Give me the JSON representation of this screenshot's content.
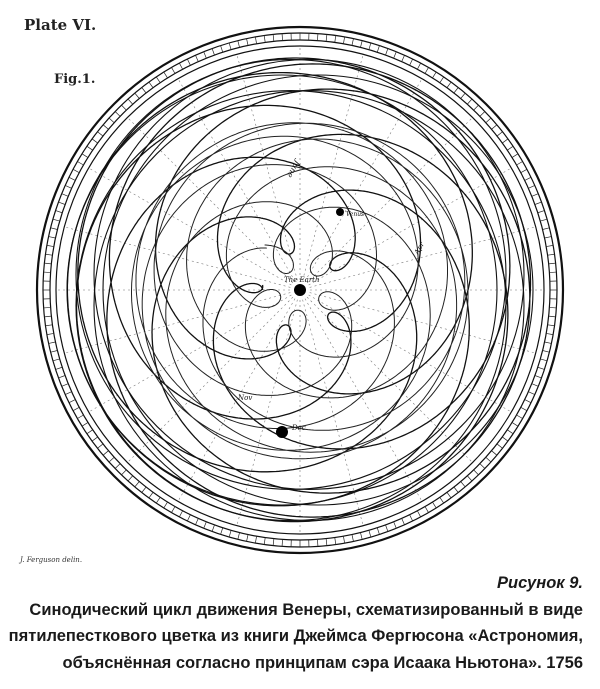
{
  "illustration": {
    "plate_label": "Plate VI.",
    "fig_label": "Fig.1.",
    "earth_label": "The Earth",
    "venus_label": "Venus",
    "signature": "J. Ferguson delin.",
    "month_labels": [
      "June",
      "Nov",
      "Dec",
      "Apr"
    ]
  },
  "caption": {
    "figure_number": "Рисунок 9.",
    "lines": [
      "Синодический цикл движения Венеры, схематизированный в виде",
      "пятилепесткового цветка из книги Джеймса Фергюсона «Астрономия,",
      "объяснённая согласно принципам сэра Исаака Ньютона». 1756"
    ]
  }
}
